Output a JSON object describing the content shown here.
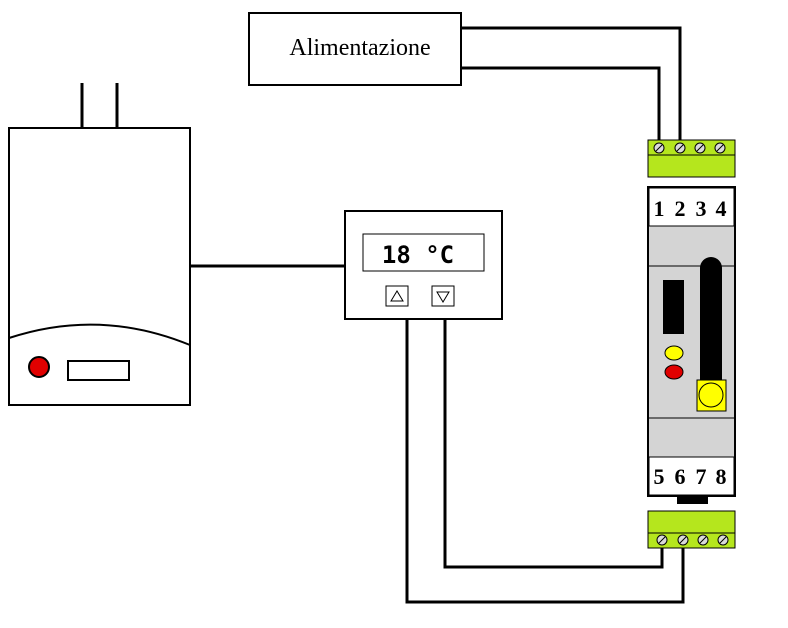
{
  "power_supply": {
    "label": "Alimentazione"
  },
  "thermostat": {
    "temperature": "18 °C",
    "up_icon": "triangle-up-icon",
    "down_icon": "triangle-down-icon"
  },
  "module": {
    "top_terminals": [
      "1",
      "2",
      "3",
      "4"
    ],
    "bottom_terminals": [
      "5",
      "6",
      "7",
      "8"
    ]
  },
  "colors": {
    "terminal_green": "#b5e61d",
    "led_yellow": "#ffff00",
    "led_red": "#e00000",
    "module_gray": "#d4d4d4",
    "boiler_led_red": "#e00000"
  }
}
